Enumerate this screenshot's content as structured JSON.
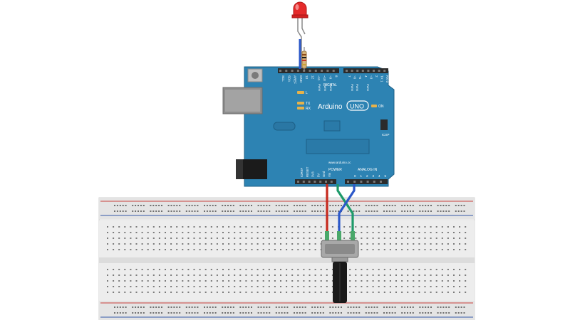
{
  "board": {
    "brand": "Arduino",
    "model": "UNO",
    "website": "www.arduino.cc",
    "digital_label": "DIGITAL",
    "power_label": "POWER",
    "analog_label": "ANALOG IN",
    "icsp_label": "ICSP",
    "on_label": "ON",
    "l_label": "L",
    "tx_label": "TX",
    "rx_label": "RX",
    "top_pin_labels": [
      "SCL",
      "SDA",
      "AREF",
      "GND",
      "13",
      "12",
      "~11",
      "~10",
      "~9",
      "8",
      "7",
      "~6",
      "~5",
      "4",
      "~3",
      "2",
      "TX 1",
      "RX 0"
    ],
    "power_pin_labels": [
      "IOREF",
      "RESET",
      "3V3",
      "5V",
      "Gnd",
      "Vin"
    ],
    "analog_pin_labels": [
      "0",
      "1",
      "2",
      "3",
      "4",
      "5"
    ],
    "pwm_label": "PWM"
  },
  "colors": {
    "board": "#2d83b3",
    "board_dark": "#1d5f86",
    "header": "#2b2b2b",
    "breadboard": "#ececec",
    "rail_red": "#c8413b",
    "rail_blue": "#3559a8",
    "wire_red": "#c62a1e",
    "wire_green": "#1e9a6a",
    "wire_blue": "#2c58c9",
    "led": "#e52a2a",
    "pot_shaft": "#1a1a1a",
    "usb": "#8a8a8a"
  },
  "icons": {
    "led": "red-led-icon",
    "resistor": "resistor-icon",
    "potentiometer": "potentiometer-icon"
  }
}
